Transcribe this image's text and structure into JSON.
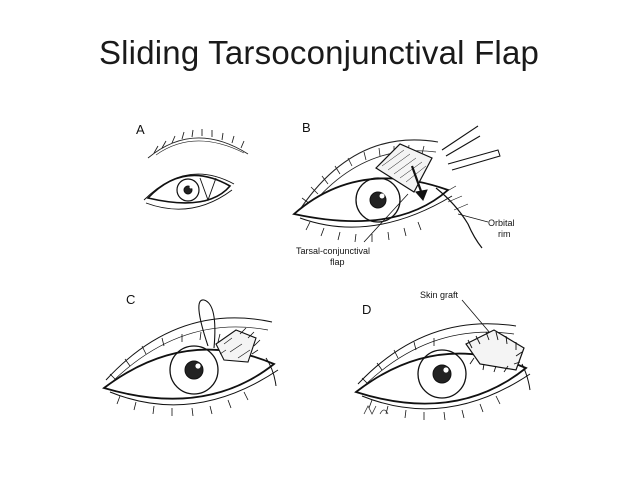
{
  "slide": {
    "title": "Sliding Tarsoconjunctival Flap"
  },
  "figure": {
    "panels": [
      {
        "label": "A"
      },
      {
        "label": "B",
        "annotations": [
          "Orbital",
          "rim",
          "Tarsal-conjunctival",
          "flap"
        ]
      },
      {
        "label": "C"
      },
      {
        "label": "D",
        "annotations": [
          "Skin graft"
        ]
      }
    ]
  }
}
